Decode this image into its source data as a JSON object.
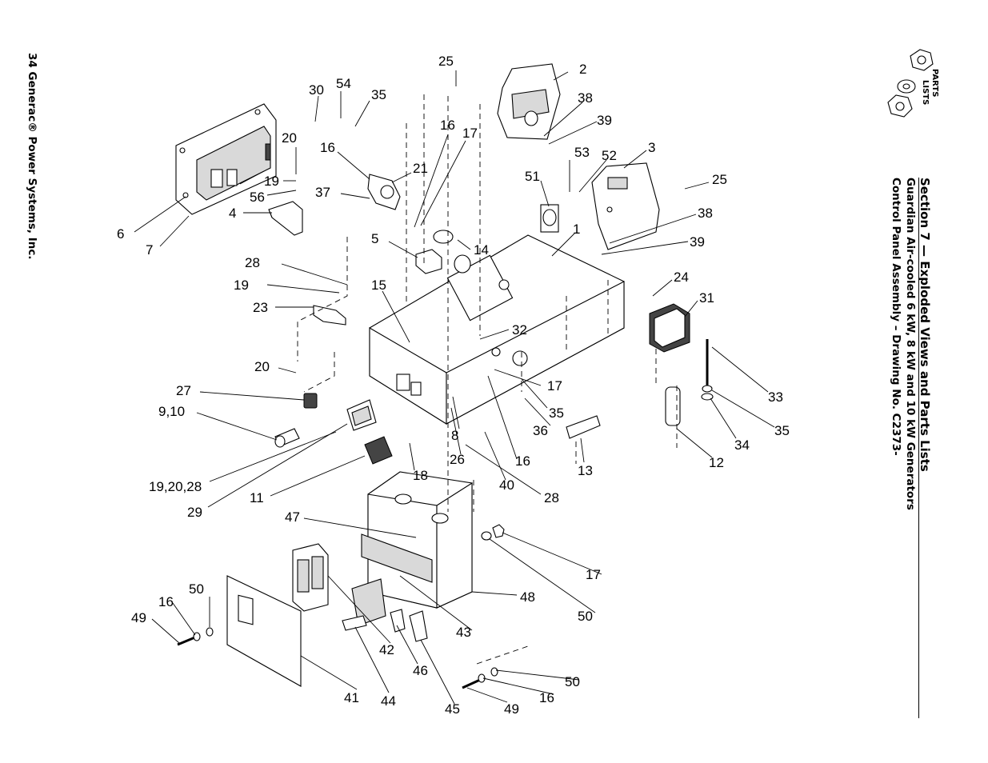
{
  "page": {
    "footer_left": "34 Generac® Power Systems, Inc.",
    "section_title": "Section 7 — Exploded Views and Parts Lists",
    "subtitle_line1": "Guardian Air-cooled 6 kW, 8 kW and 10 kW Generators",
    "subtitle_line2": "Control Panel Assembly – Drawing No. C2373-",
    "logo_line1": "PARTS",
    "logo_line2": "LISTS"
  },
  "callouts": {
    "c25a": "25",
    "c2": "2",
    "c38a": "38",
    "c39a": "39",
    "c30": "30",
    "c54": "54",
    "c35a": "35",
    "c16a": "16",
    "c17a": "17",
    "c20a": "20",
    "c19a": "19",
    "c16b": "16",
    "c21": "21",
    "c56": "56",
    "c37": "37",
    "c4": "4",
    "c6": "6",
    "c7": "7",
    "c53": "53",
    "c52": "52",
    "c3": "3",
    "c51": "51",
    "c25b": "25",
    "c1": "1",
    "c38b": "38",
    "c39b": "39",
    "c5": "5",
    "c14": "14",
    "c28a": "28",
    "c19b": "19",
    "c15": "15",
    "c23": "23",
    "c24": "24",
    "c31": "31",
    "c32": "32",
    "c20b": "20",
    "c17b": "17",
    "c27": "27",
    "c35b": "35",
    "c33": "33",
    "c35c": "35",
    "c910": "9,10",
    "c36": "36",
    "c8": "8",
    "c34": "34",
    "c26": "26",
    "c16c": "16",
    "c13": "13",
    "c12": "12",
    "c192028": "19,20,28",
    "c18": "18",
    "c40": "40",
    "c28b": "28",
    "c29": "29",
    "c11": "11",
    "c47": "47",
    "c17c": "17",
    "c48": "48",
    "c50a": "50",
    "c50b": "50",
    "c16d": "16",
    "c49a": "49",
    "c43": "43",
    "c42": "42",
    "c46": "46",
    "c50c": "50",
    "c16e": "16",
    "c41": "41",
    "c44": "44",
    "c45": "45",
    "c49b": "49"
  }
}
